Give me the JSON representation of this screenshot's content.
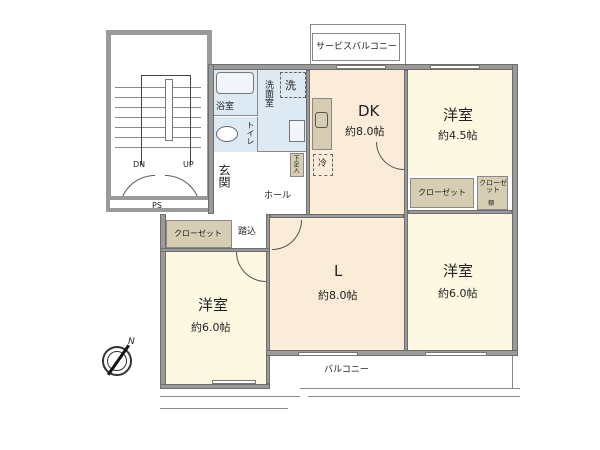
{
  "floor_plan": {
    "rooms": {
      "service_balcony": {
        "label": "サービスバルコニー"
      },
      "bathroom": {
        "label": "浴室"
      },
      "washroom": {
        "label": "洗面室"
      },
      "laundry": {
        "label": "洗"
      },
      "toilet": {
        "label": "トイレ"
      },
      "entrance": {
        "label": "玄関"
      },
      "shoe_storage": {
        "label": "下足入"
      },
      "hall": {
        "label": "ホール"
      },
      "fridge": {
        "label": "冷"
      },
      "dk": {
        "label": "DK",
        "area": "約8.0帖"
      },
      "western_room_ne": {
        "label": "洋室",
        "area": "約4.5帖"
      },
      "closet_center": {
        "label": "クローゼット"
      },
      "closet_small": {
        "label": "クローゼット",
        "shelf": "棚"
      },
      "closet_west": {
        "label": "クローゼット"
      },
      "step_in": {
        "label": "踏込"
      },
      "living": {
        "label": "L",
        "area": "約8.0帖"
      },
      "western_room_se": {
        "label": "洋室",
        "area": "約6.0帖"
      },
      "western_room_sw": {
        "label": "洋室",
        "area": "約6.0帖"
      },
      "balcony": {
        "label": "バルコニー"
      }
    },
    "stairwell": {
      "down": "DN",
      "up": "UP",
      "ps": "PS"
    },
    "compass": {
      "north": "N"
    },
    "colors": {
      "wall": "#9a9a9a",
      "wet_area": "#dde9f3",
      "dk_living": "#fbecd9",
      "bedroom": "#fdf8e1",
      "closet": "#d6cdb3",
      "outdoor": "#ffffff"
    }
  }
}
